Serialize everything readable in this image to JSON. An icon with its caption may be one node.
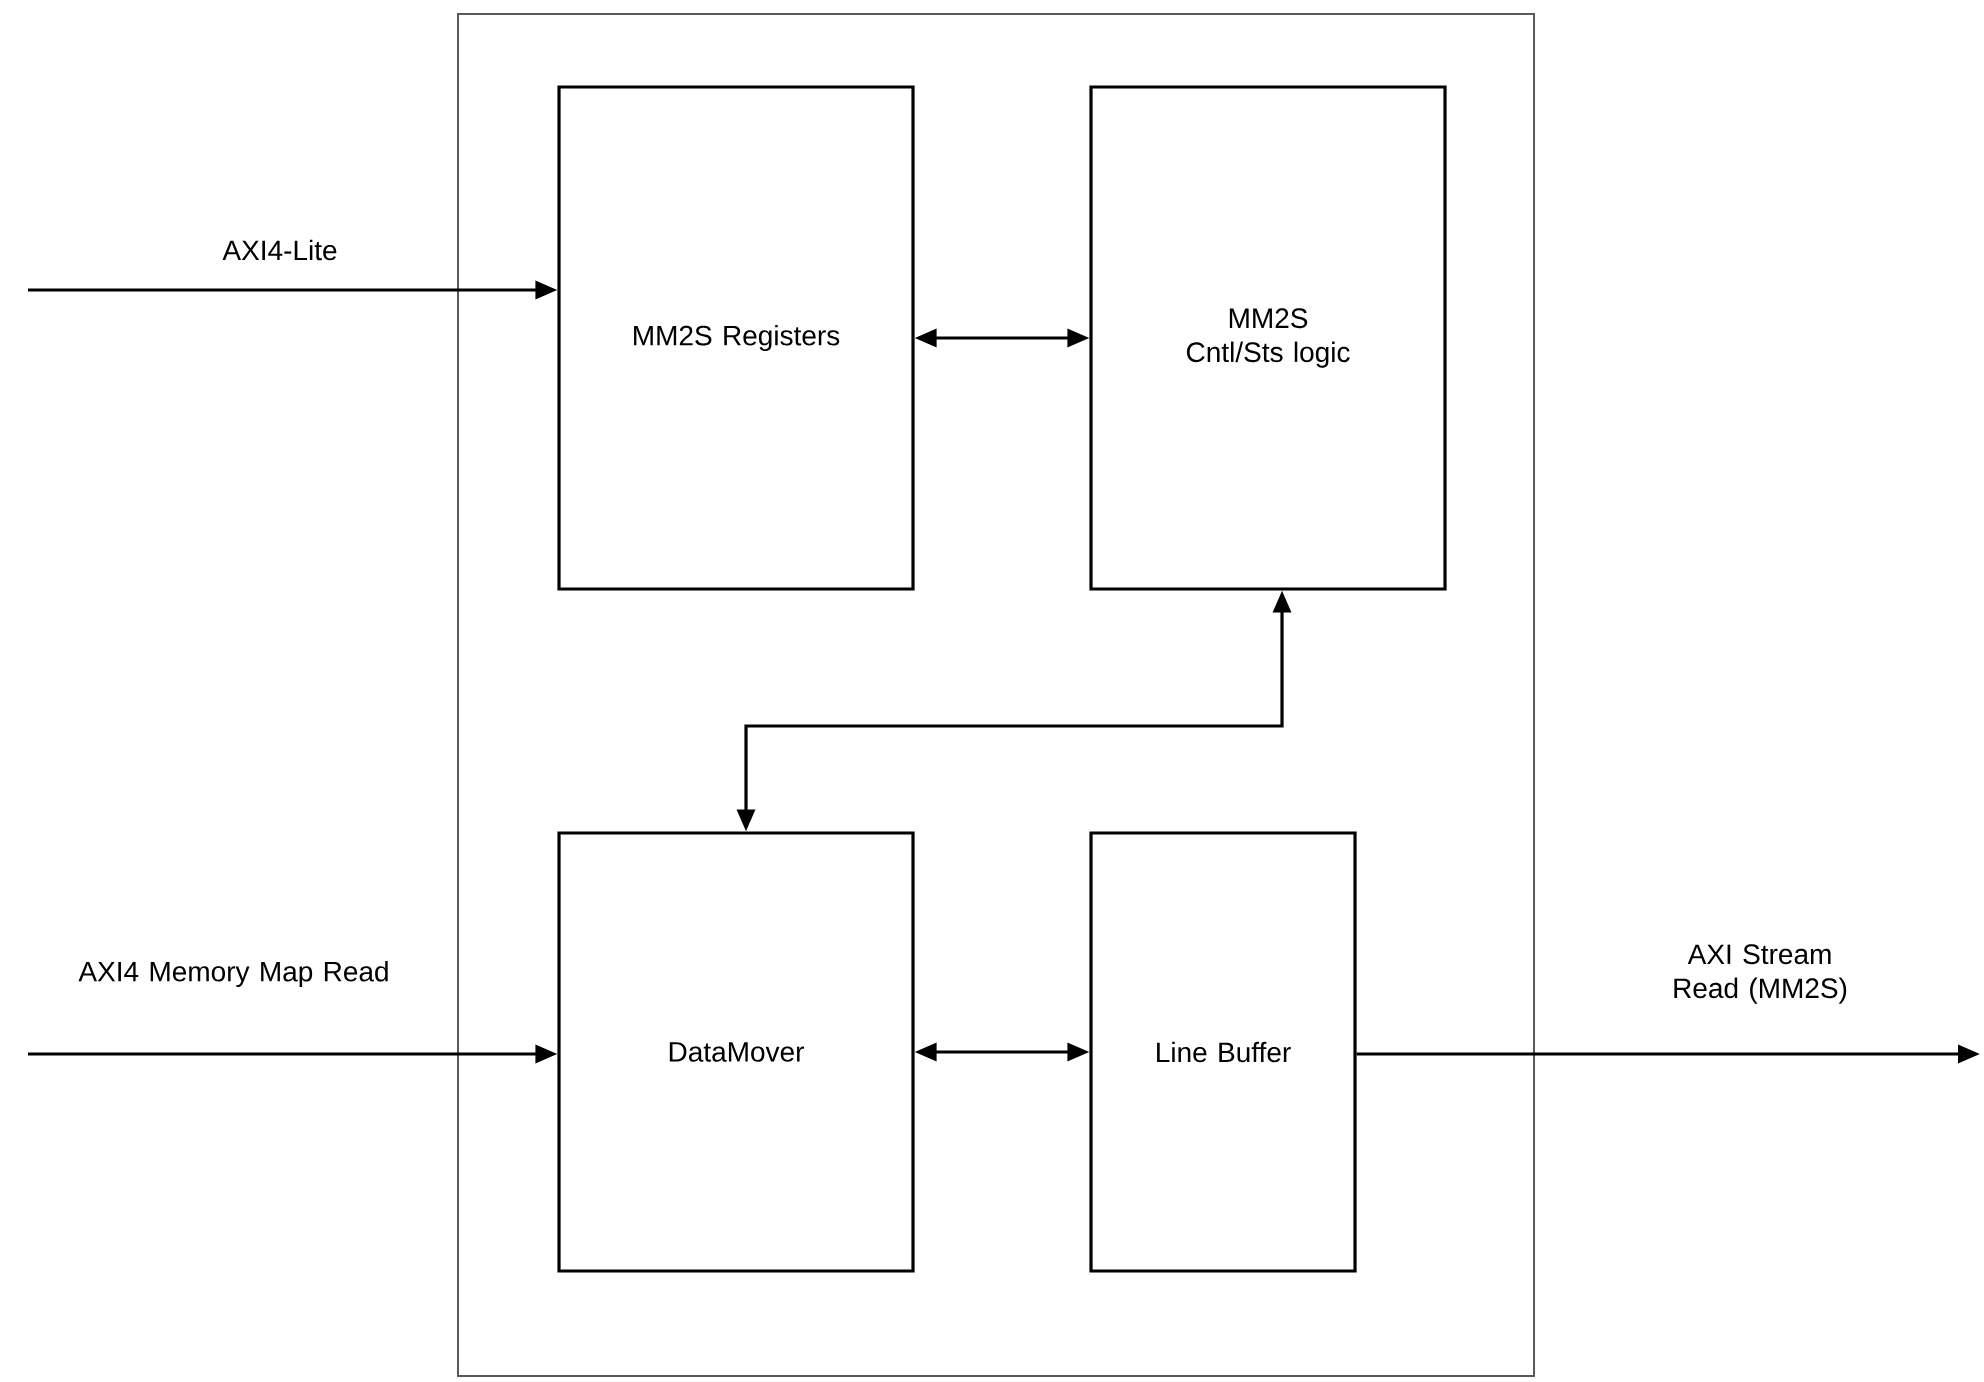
{
  "diagram": {
    "nodes": [
      {
        "text": [],
        "shape": "box"
      },
      {
        "text": [
          "MM2S Registers"
        ],
        "in": 0
      },
      {
        "text": [
          "MM2S Cntl/Sts logic"
        ],
        "in": 0
      },
      {
        "text": [
          "DataMover"
        ],
        "in": 0
      },
      {
        "text": [
          "Line Buffer"
        ],
        "in": 0
      }
    ],
    "edges": [
      {
        "from": null,
        "to": 1,
        "arrow": "to",
        "label": "AXI4-Lite"
      },
      {
        "from": 1,
        "to": 2,
        "arrow": "both"
      },
      {
        "from": 2,
        "to": 3,
        "arrow": "both"
      },
      {
        "from": null,
        "to": 3,
        "arrow": "to",
        "label": "AXI4 Memory Map Read"
      },
      {
        "from": 3,
        "to": 4,
        "arrow": "both"
      },
      {
        "from": 4,
        "to": null,
        "arrow": "to",
        "label": "AXI Stream Read (MM2S)"
      }
    ]
  }
}
